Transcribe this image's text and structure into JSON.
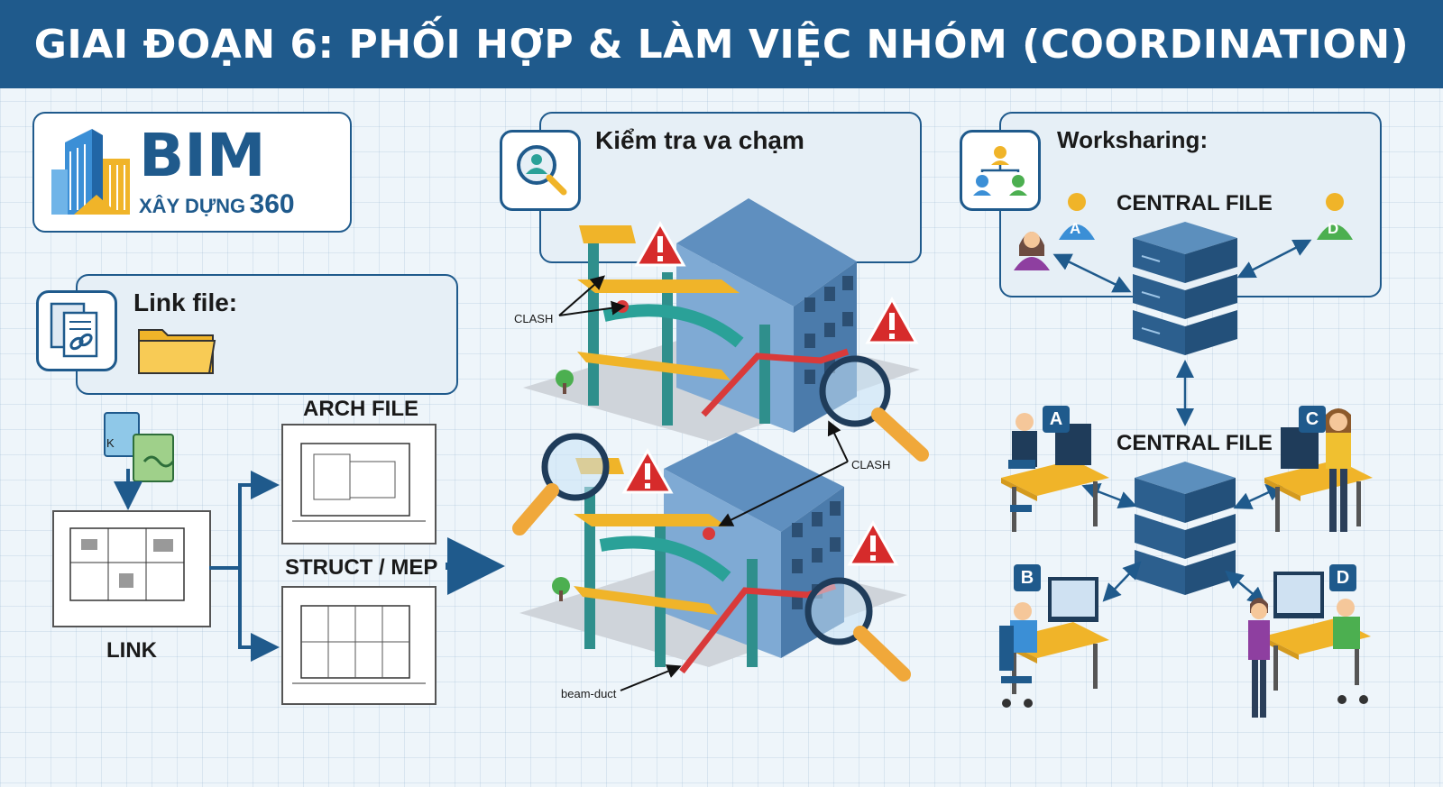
{
  "header": {
    "title": "GIAI ĐOẠN 6: PHỐI HỢP & LÀM VIỆC NHÓM (COORDINATION)"
  },
  "logo": {
    "brand": "BIM",
    "tagline_prefix": "XÂY DỰNG",
    "tagline_number": "360"
  },
  "link_section": {
    "title": "Link file:",
    "link_label": "LINK",
    "arch_label": "ARCH FILE",
    "struct_label": "STRUCT / MEP",
    "file_glyph": "K"
  },
  "clash_section": {
    "title": "Kiểm tra va chạm",
    "clash_label_top": "CLASH",
    "clash_label_mid": "CLASH",
    "beam_duct_label": "beam-duct"
  },
  "worksharing": {
    "title": "Worksharing:",
    "central_top": "CENTRAL FILE",
    "central_bottom": "CENTRAL FILE",
    "user_a": "A",
    "user_d": "D",
    "desk_a": "A",
    "desk_b": "B",
    "desk_c": "C",
    "desk_d": "D"
  },
  "colors": {
    "primary": "#1f5a8c",
    "warning": "#d62b2b",
    "beam": "#f0b429",
    "duct": "#2aa198",
    "pipe": "#d93a3a",
    "server": "#2c5f8e"
  }
}
